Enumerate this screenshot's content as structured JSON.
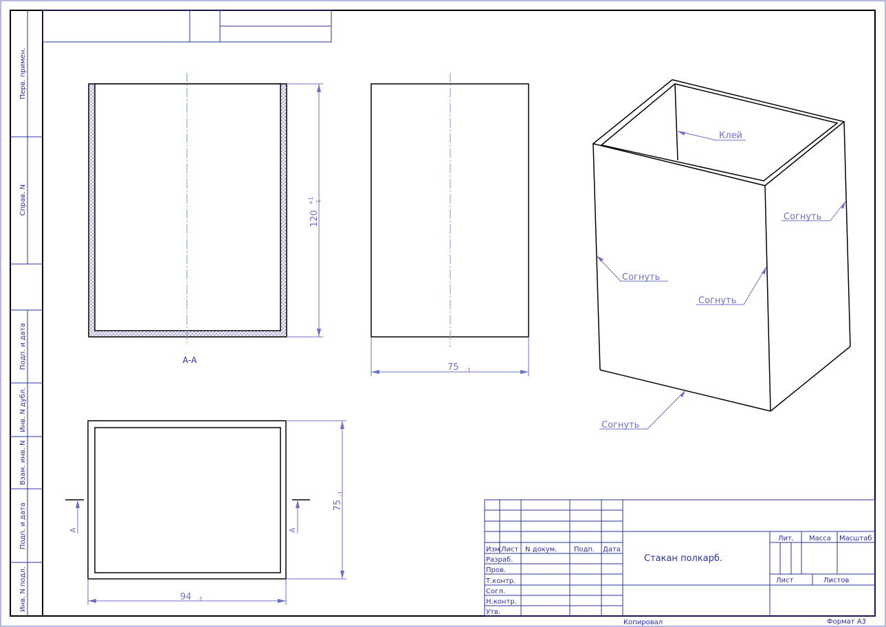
{
  "side_stamps": [
    "Перв. примен.",
    "Справ. N",
    "Подп. и дата",
    "Инв. N дубл.",
    "Взам. инв. N",
    "Подп. и дата",
    "Инв. N подл."
  ],
  "views": {
    "section_label": "А-А",
    "height_dim": "120",
    "height_tol_upper": "+1",
    "height_tol_lower": "-1",
    "front_width_dim": "75",
    "front_width_tol": "-1",
    "top_width_dim": "94",
    "top_width_tol": "-1",
    "top_depth_dim": "75",
    "top_depth_tol": "-1",
    "cut_marker": "А"
  },
  "iso_notes": {
    "glue": "Клей",
    "bend": "Согнуть"
  },
  "title_block": {
    "headers": [
      "Изм.",
      "Лист",
      "N докум.",
      "Подп.",
      "Дата"
    ],
    "roles": [
      "Разраб.",
      "Пров.",
      "Т.контр.",
      "Согл.",
      "Н.контр.",
      "Утв."
    ],
    "title": "Стакан полкарб.",
    "lit": "Лит.",
    "mass": "Масса",
    "scale": "Масштаб",
    "sheet": "Лист",
    "sheets": "Листов"
  },
  "footer": {
    "copied": "Копировал",
    "format": "Формат А3"
  },
  "colors": {
    "line": "#000000",
    "annotation": "#2a2fa0",
    "dimension": "#6d70c8",
    "hatch": "#9a9ad0"
  }
}
